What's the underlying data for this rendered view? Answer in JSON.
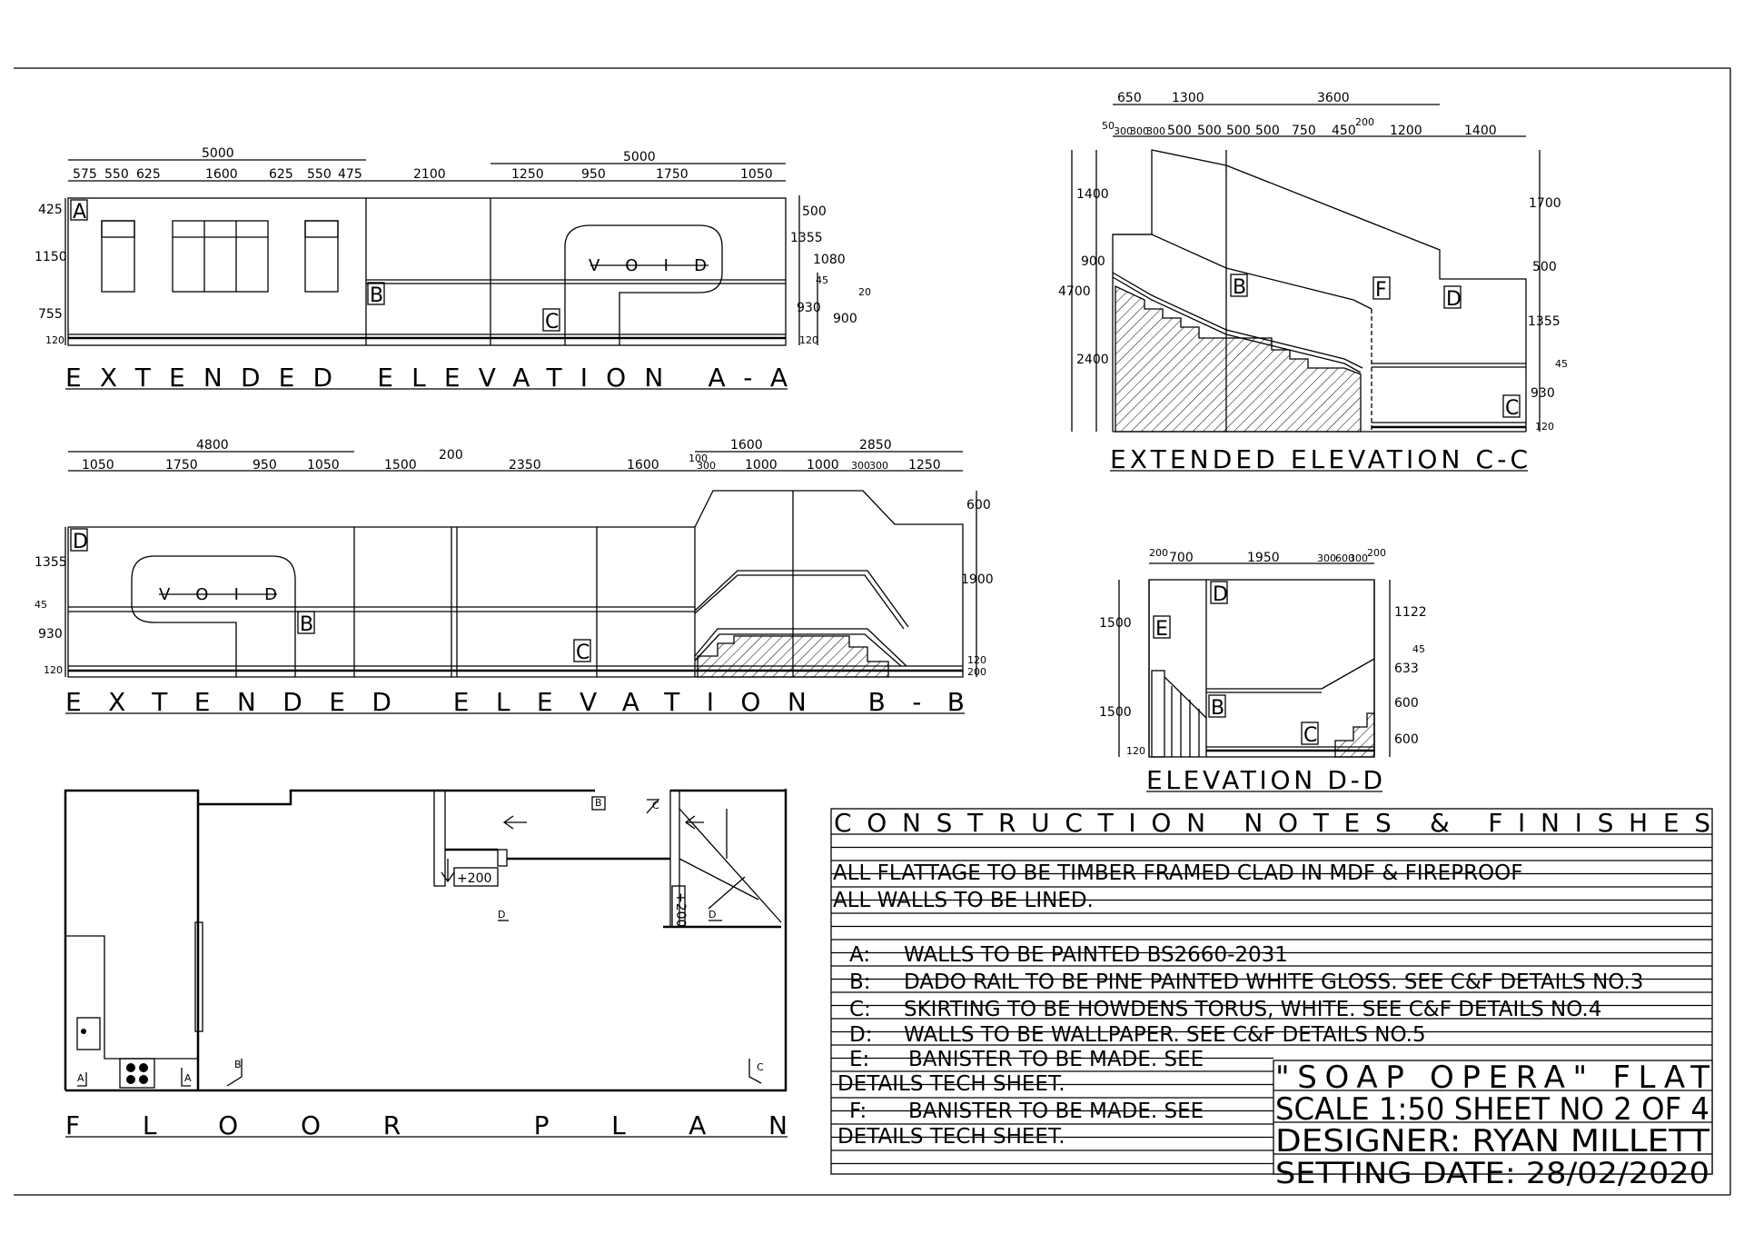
{
  "titles": {
    "aa": "EXTENDED ELEVATION A-A",
    "bb": "EXTENDED ELEVATION B-B",
    "cc": "EXTENDED ELEVATION C-C",
    "dd": "ELEVATION D-D",
    "floor": "FLOOR PLAN",
    "notes": "CONSTRUCTION NOTES & FINISHES"
  },
  "void_label": "VOID",
  "tags": {
    "a": "A",
    "b": "B",
    "c": "C",
    "d": "D",
    "e": "E",
    "f": "F"
  },
  "aa_dims": {
    "top": [
      "5000",
      "5000"
    ],
    "row": [
      "575",
      "550",
      "625",
      "1600",
      "625",
      "550",
      "475",
      "2100",
      "1250",
      "950",
      "1750",
      "1050"
    ],
    "left": [
      "425",
      "1150",
      "755",
      "120"
    ],
    "right": [
      "500",
      "1355",
      "1080",
      "45",
      "20",
      "930",
      "900",
      "120"
    ]
  },
  "bb_dims": {
    "top": [
      "4800",
      "1600",
      "2850"
    ],
    "mid": [
      "200",
      "100"
    ],
    "row": [
      "1050",
      "1750",
      "950",
      "1050",
      "1500",
      "2350",
      "1600",
      "300",
      "1000",
      "1000",
      "300",
      "300",
      "1250"
    ],
    "left": [
      "1355",
      "45",
      "930",
      "120"
    ],
    "right": [
      "600",
      "1900",
      "120",
      "200"
    ]
  },
  "cc_dims": {
    "top": [
      "650",
      "1300",
      "3600"
    ],
    "row": [
      "50",
      "300",
      "300",
      "300",
      "500",
      "500",
      "500",
      "500",
      "750",
      "450",
      "200",
      "1200",
      "1400"
    ],
    "left": [
      "1400",
      "900",
      "4700",
      "2400"
    ],
    "right": [
      "1700",
      "500",
      "1355",
      "45",
      "930",
      "120"
    ]
  },
  "dd_dims": {
    "top": [
      "200",
      "700",
      "1950",
      "300",
      "600",
      "300",
      "200"
    ],
    "left": [
      "1500",
      "1500",
      "120"
    ],
    "right": [
      "1122",
      "45",
      "633",
      "600",
      "600"
    ]
  },
  "plan": {
    "stair_label": "+200",
    "markers": [
      "A",
      "A",
      "B",
      "B",
      "C",
      "C",
      "D",
      "D"
    ]
  },
  "notes": {
    "general": [
      "ALL FLATTAGE TO BE TIMBER FRAMED CLAD IN MDF & FIREPROOF",
      "ALL WALLS TO BE LINED."
    ],
    "items": [
      {
        "key": "A:",
        "text": "WALLS TO BE PAINTED BS2660-2031"
      },
      {
        "key": "B:",
        "text": "DADO RAIL TO BE PINE PAINTED WHITE GLOSS. SEE C&F DETAILS NO.3"
      },
      {
        "key": "C:",
        "text": "SKIRTING TO BE HOWDENS TORUS, WHITE. SEE C&F DETAILS NO.4"
      },
      {
        "key": "D:",
        "text": "WALLS TO BE WALLPAPER. SEE C&F DETAILS NO.5"
      },
      {
        "key": "E:",
        "text": "BANISTER TO BE MADE. SEE",
        "cont": "DETAILS TECH SHEET."
      },
      {
        "key": "F:",
        "text": "BANISTER TO BE MADE. SEE",
        "cont": "DETAILS TECH SHEET."
      }
    ]
  },
  "title_block": {
    "name": "\"SOAP OPERA\" FLAT",
    "scale": "SCALE 1:50 SHEET NO 2 OF 4",
    "designer": "DESIGNER: RYAN MILLETT",
    "date": "SETTING DATE: 28/02/2020"
  }
}
